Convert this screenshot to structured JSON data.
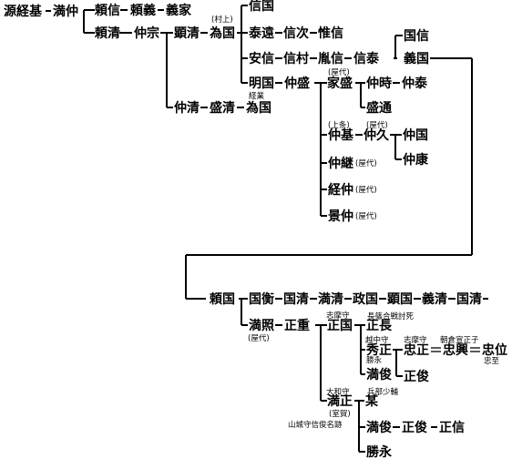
{
  "names": {
    "tsunemoto": "源経基",
    "mitsunaka": "満仲",
    "yorinobu": "頼信",
    "yoriyoshi": "頼義",
    "yoshiie": "義家",
    "yorikiyo": "頼清",
    "nakamune": "仲宗",
    "akikiyo": "顕清",
    "tamekuni1": "為国",
    "nobukuni": "信国",
    "yasutou": "泰遠",
    "nobutsugu": "信次",
    "korenobu": "惟信",
    "yasunobu": "安信",
    "nobumura": "信村",
    "tanenobu": "胤信",
    "nobuyasu": "信泰",
    "kuninobu": "国信",
    "yoshikuni": "義国",
    "akikuni": "明国",
    "nakamori": "仲盛",
    "iemori": "家盛",
    "nakatoki": "仲時",
    "nakayasu": "仲泰",
    "moromichi": "盛通",
    "nakakiyo": "仲清",
    "morikiyo": "盛清",
    "tamekuni2": "為国",
    "nakamoto": "仲基",
    "nakahisa": "仲久",
    "nakakuni": "仲国",
    "nakayasu2": "仲康",
    "nakatsugu": "仲継",
    "tsunenaka": "経仲",
    "kagenaka": "景仲",
    "yorikuni": "頼国",
    "kunihira": "国衡",
    "kunikiyo1": "国清",
    "mitsukiyo": "満清",
    "masakuni": "政国",
    "akikuni2": "顕国",
    "yoshikiyo": "義清",
    "kunikiyo2": "国清",
    "mitsuteru": "満照",
    "masashige": "正重",
    "masakuni2": "正国",
    "masanaga": "正長",
    "hidemasa": "秀正",
    "tadamasa": "忠正",
    "tadaoki": "忠興",
    "tadanori": "忠位",
    "mitsutoshi1": "満俊",
    "masatoshi1": "正俊",
    "mitsumasa": "満正",
    "bou": "某",
    "mitsutoshi2": "満俊",
    "masatoshi2": "正俊",
    "masanobu": "正信",
    "katsunaga": "勝永"
  },
  "notes": {
    "murakami": "(村上)",
    "keigyou": "経業",
    "yashiro_iemori": "(屋代)",
    "jouhou": "(上条)",
    "yashiro_moromichi": "(屋代)",
    "yashiro_nakatsugu": "(屋代)",
    "yashiro_tsunenaka": "(屋代)",
    "yashiro_kagenaka": "(屋代)",
    "yashiro_mitsuteru": "(屋代)",
    "shima_no_kami1": "志摩守",
    "nagashino": "長篠合戦討死",
    "ecchu": "越中守",
    "shima_no_kami2": "志摩守",
    "asakura": "朝倉宣正子",
    "katsunaga_note": "勝永",
    "tadashi_note": "忠至",
    "yamato": "大和守",
    "hyoubu": "兵部少輔",
    "muroga": "(室賀)",
    "yamashiro": "山城守信俊名跡"
  }
}
